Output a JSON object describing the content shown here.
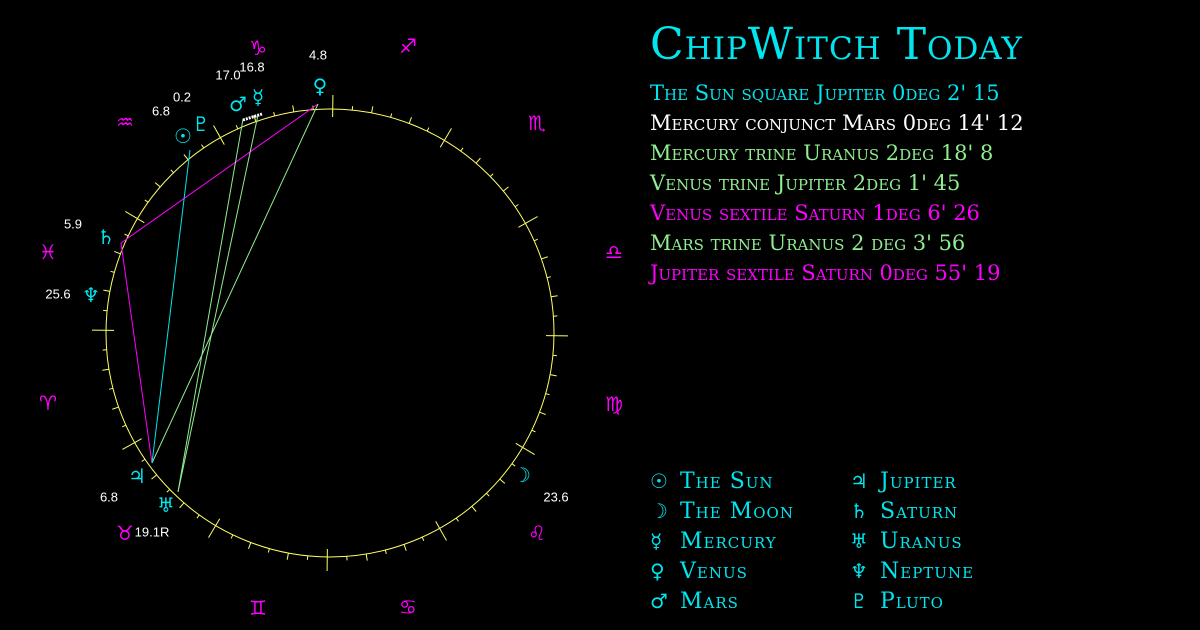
{
  "title": "ChipWitch Today",
  "colors": {
    "background": "#000000",
    "cyan": "#00e5ee",
    "white": "#ffffff",
    "green": "#90ee90",
    "magenta": "#ff00ff",
    "yellow": "#ffff66"
  },
  "aspects": [
    {
      "text": "The Sun square Jupiter 0deg 2' 15",
      "color": "#00e5ee"
    },
    {
      "text": "Mercury conjunct Mars 0deg 14' 12",
      "color": "#ffffff"
    },
    {
      "text": "Mercury trine Uranus 2deg 18' 8",
      "color": "#90ee90"
    },
    {
      "text": "Venus trine Jupiter 2deg 1' 45",
      "color": "#90ee90"
    },
    {
      "text": "Venus sextile Saturn 1deg 6' 26",
      "color": "#ff00ff"
    },
    {
      "text": "Mars trine Uranus 2 deg 3' 56",
      "color": "#90ee90"
    },
    {
      "text": "Jupiter sextile Saturn 0deg 55' 19",
      "color": "#ff00ff"
    }
  ],
  "legend": {
    "left": [
      {
        "glyph": "☉",
        "label": "The Sun",
        "icon": "sun-icon"
      },
      {
        "glyph": "☽",
        "label": "The Moon",
        "icon": "moon-icon"
      },
      {
        "glyph": "☿",
        "label": "Mercury",
        "icon": "mercury-icon"
      },
      {
        "glyph": "♀",
        "label": "Venus",
        "icon": "venus-icon"
      },
      {
        "glyph": "♂",
        "label": "Mars",
        "icon": "mars-icon"
      }
    ],
    "right": [
      {
        "glyph": "♃",
        "label": "Jupiter",
        "icon": "jupiter-icon"
      },
      {
        "glyph": "♄",
        "label": "Saturn",
        "icon": "saturn-icon"
      },
      {
        "glyph": "♅",
        "label": "Uranus",
        "icon": "uranus-icon"
      },
      {
        "glyph": "♆",
        "label": "Neptune",
        "icon": "neptune-icon"
      },
      {
        "glyph": "♇",
        "label": "Pluto",
        "icon": "pluto-icon"
      }
    ]
  },
  "wheel": {
    "zodiac": [
      {
        "glyph": "♑",
        "name": "capricorn"
      },
      {
        "glyph": "♐",
        "name": "sagittarius"
      },
      {
        "glyph": "♏",
        "name": "scorpio"
      },
      {
        "glyph": "♎",
        "name": "libra"
      },
      {
        "glyph": "♍",
        "name": "virgo"
      },
      {
        "glyph": "♌",
        "name": "leo"
      },
      {
        "glyph": "♋",
        "name": "cancer"
      },
      {
        "glyph": "♊",
        "name": "gemini"
      },
      {
        "glyph": "♉",
        "name": "taurus"
      },
      {
        "glyph": "♈",
        "name": "aries"
      },
      {
        "glyph": "♓",
        "name": "pisces"
      },
      {
        "glyph": "♒",
        "name": "aquarius"
      }
    ],
    "planets": [
      {
        "key": "venus",
        "glyph": "♀",
        "degree": "4.8"
      },
      {
        "key": "mercury",
        "glyph": "☿",
        "degree": "16.8"
      },
      {
        "key": "mars",
        "glyph": "♂",
        "degree": "17.0"
      },
      {
        "key": "pluto",
        "glyph": "♇",
        "degree": "0.2"
      },
      {
        "key": "sun",
        "glyph": "☉",
        "degree": "6.8"
      },
      {
        "key": "saturn",
        "glyph": "♄",
        "degree": "5.9"
      },
      {
        "key": "neptune",
        "glyph": "♆",
        "degree": "25.6"
      },
      {
        "key": "jupiter",
        "glyph": "♃",
        "degree": "6.8"
      },
      {
        "key": "uranus",
        "glyph": "♅",
        "degree": "19.1R"
      },
      {
        "key": "moon",
        "glyph": "☽",
        "degree": "23.6"
      }
    ],
    "aspect_lines": [
      {
        "from": "venus",
        "to": "saturn",
        "color": "#ff00ff"
      },
      {
        "from": "saturn",
        "to": "jupiter",
        "color": "#ff00ff"
      },
      {
        "from": "venus",
        "to": "jupiter",
        "color": "#90ee90"
      },
      {
        "from": "sun",
        "to": "jupiter",
        "color": "#00e5ee"
      },
      {
        "from": "mercury",
        "to": "uranus",
        "color": "#90ee90"
      },
      {
        "from": "mars",
        "to": "uranus",
        "color": "#90ee90"
      }
    ]
  }
}
